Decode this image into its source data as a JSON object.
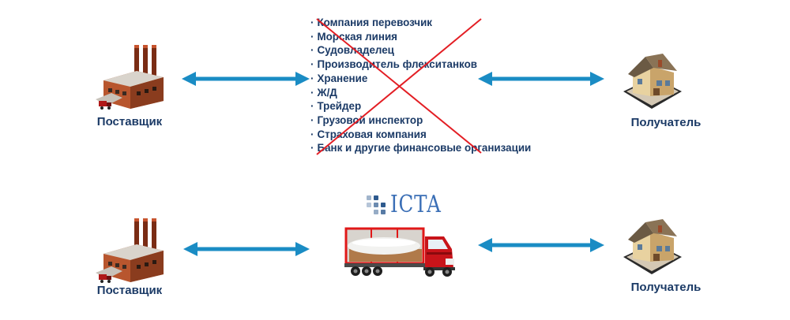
{
  "supplier_label": "Поставщик",
  "receiver_label": "Получатель",
  "intermediaries": [
    "Компания  перевозчик",
    "Морская линия",
    "Судовладелец",
    "Производитель флекситанков",
    "Хранение",
    "Ж/Д",
    "Трейдер",
    "Грузовой инспектор",
    "Страховая  компания",
    "Банк и другие  финансовые  организации"
  ],
  "brand_logo_text": "ICTA",
  "colors": {
    "arrow": "#1a8cc4",
    "cross": "#e31e24",
    "label": "#1b3a66",
    "logo": "#3b6fb6"
  },
  "icons": {
    "supplier": "factory-icon",
    "receiver": "house-icon",
    "transport": "flexitank-truck-icon"
  }
}
